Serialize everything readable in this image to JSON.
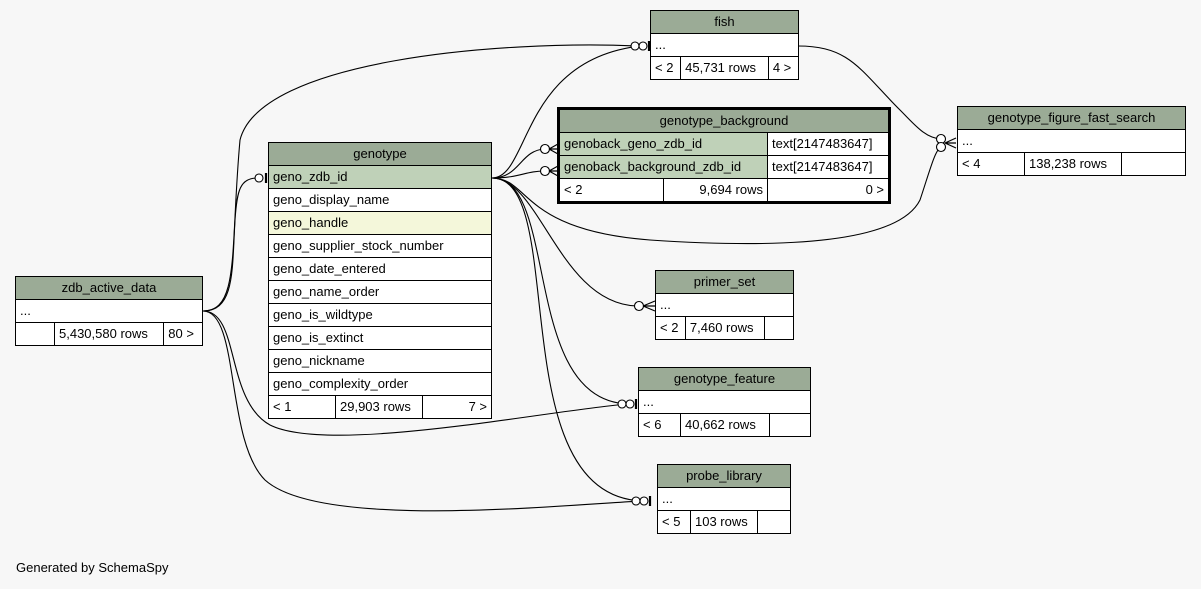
{
  "footer": "Generated by SchemaSpy",
  "tables": {
    "zdb_active_data": {
      "name": "zdb_active_data",
      "cols": [
        "..."
      ],
      "parents": "",
      "rows": "5,430,580 rows",
      "children": "80 >"
    },
    "genotype": {
      "name": "genotype",
      "cols": [
        "geno_zdb_id",
        "geno_display_name",
        "geno_handle",
        "geno_supplier_stock_number",
        "geno_date_entered",
        "geno_name_order",
        "geno_is_wildtype",
        "geno_is_extinct",
        "geno_nickname",
        "geno_complexity_order"
      ],
      "parents": "< 1",
      "rows": "29,903 rows",
      "children": "7 >"
    },
    "fish": {
      "name": "fish",
      "cols": [
        "..."
      ],
      "parents": "< 2",
      "rows": "45,731 rows",
      "children": "4 >"
    },
    "genotype_background": {
      "name": "genotype_background",
      "cols": [
        {
          "name": "genoback_geno_zdb_id",
          "type": "text[2147483647]"
        },
        {
          "name": "genoback_background_zdb_id",
          "type": "text[2147483647]"
        }
      ],
      "parents": "< 2",
      "rows": "9,694 rows",
      "children": "0 >"
    },
    "genotype_figure_fast_search": {
      "name": "genotype_figure_fast_search",
      "cols": [
        "..."
      ],
      "parents": "< 4",
      "rows": "138,238 rows",
      "children": ""
    },
    "primer_set": {
      "name": "primer_set",
      "cols": [
        "..."
      ],
      "parents": "< 2",
      "rows": "7,460 rows",
      "children": ""
    },
    "genotype_feature": {
      "name": "genotype_feature",
      "cols": [
        "..."
      ],
      "parents": "< 6",
      "rows": "40,662 rows",
      "children": ""
    },
    "probe_library": {
      "name": "probe_library",
      "cols": [
        "..."
      ],
      "parents": "< 5",
      "rows": "103 rows",
      "children": ""
    }
  }
}
